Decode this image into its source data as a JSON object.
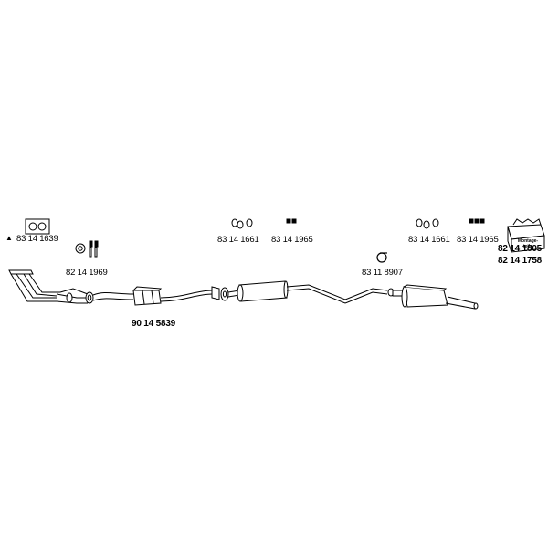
{
  "parts": {
    "gasket_front": "83 14 1639",
    "mount_kit_front": "82 14 1969",
    "catalytic_pipe": "90 14 5839",
    "hangers_mid": "83 14 1661",
    "clamps_mid": "83 14 1965",
    "clamp_rear": "83 11 8907",
    "hangers_rear": "83 14 1661",
    "clamps_rear": "83 14 1965",
    "mounting_kit_a": "82 14 1805",
    "mounting_kit_b": "82 14 1758"
  },
  "markers": {
    "triangle": "▲"
  },
  "kit_box": {
    "line1": "Montage-",
    "line2": "teile"
  }
}
